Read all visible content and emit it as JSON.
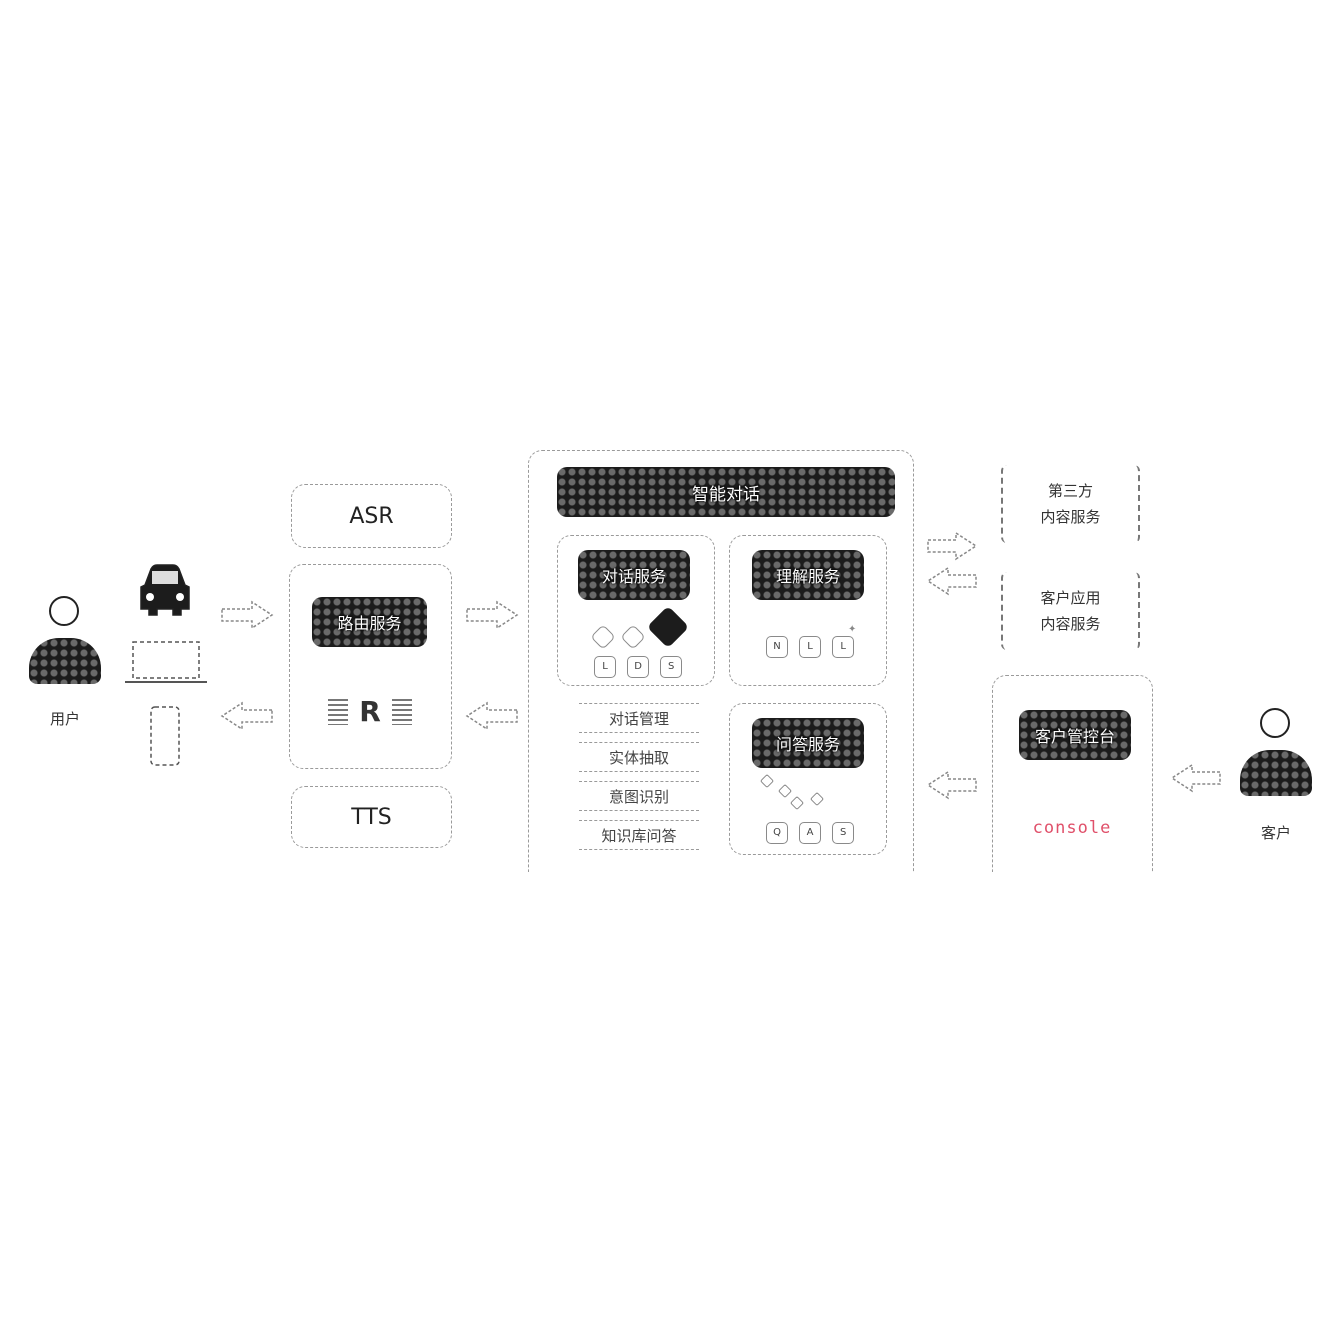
{
  "user": {
    "label": "用户"
  },
  "customer": {
    "label": "客户"
  },
  "services": {
    "asr": "ASR",
    "tts": "TTS",
    "routing": {
      "title": "路由服务",
      "logo": "R"
    }
  },
  "core": {
    "title": "智能对话",
    "dialog": {
      "title": "对话服务",
      "chips": [
        "L",
        "D",
        "S"
      ]
    },
    "understanding": {
      "title": "理解服务",
      "chips": [
        "N",
        "L",
        "L"
      ]
    },
    "qa": {
      "title": "问答服务",
      "chips": [
        "Q",
        "A",
        "S"
      ]
    },
    "functions": [
      "对话管理",
      "实体抽取",
      "意图识别",
      "知识库问答"
    ]
  },
  "content": {
    "third_party": [
      "第三方",
      "内容服务"
    ],
    "customer_app": [
      "客户应用",
      "内容服务"
    ]
  },
  "console": {
    "title": "客户管控台",
    "text": "console"
  },
  "colors": {
    "console_text": "#e0506a",
    "dark_fill": "#1c1c1c"
  }
}
